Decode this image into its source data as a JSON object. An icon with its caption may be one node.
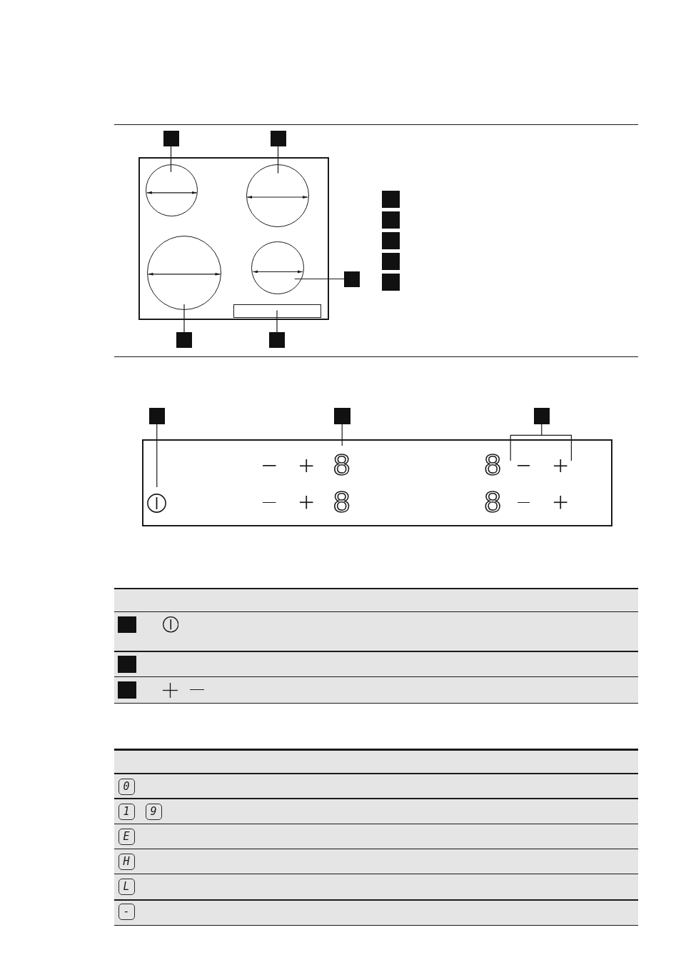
{
  "diagram": {
    "nodes": [
      {
        "text": [],
        "shape": "box"
      },
      {
        "text": [],
        "shape": "box"
      },
      {
        "text": [],
        "shape": "box"
      },
      {
        "text": [],
        "shape": "circle",
        "in": 2
      },
      {
        "text": [],
        "shape": "circle",
        "in": 2
      },
      {
        "text": [],
        "shape": "circle",
        "in": 2
      },
      {
        "text": [],
        "shape": "circle",
        "in": 2
      },
      {
        "text": [],
        "shape": "box"
      },
      {
        "text": [],
        "shape": "box",
        "in": 2
      },
      {
        "text": [],
        "shape": "box"
      },
      {
        "text": [],
        "shape": "box"
      },
      {
        "text": [],
        "shape": "box"
      },
      {
        "text": [],
        "shape": "box"
      },
      {
        "text": [],
        "shape": "box"
      },
      {
        "text": [],
        "shape": "box"
      },
      {
        "text": [
          "8"
        ],
        "in": 14
      },
      {
        "text": [
          "8"
        ],
        "in": 14
      },
      {
        "text": [],
        "shape": "circle",
        "in": 14
      },
      {
        "text": [
          "8"
        ],
        "in": 14
      },
      {
        "text": [
          "8"
        ],
        "in": 14
      }
    ],
    "edges": [
      {
        "from": 0,
        "to": 3,
        "arrow": "none"
      },
      {
        "from": 1,
        "to": 4,
        "arrow": "none"
      },
      {
        "from": 7,
        "to": 6,
        "arrow": "none"
      },
      {
        "from": 9,
        "to": 5,
        "arrow": "none"
      },
      {
        "from": 10,
        "to": 8,
        "arrow": "none"
      },
      {
        "from": 11,
        "to": 17,
        "arrow": "none"
      },
      {
        "from": 12,
        "to": 15,
        "arrow": "none"
      },
      {
        "from": 13,
        "to": 14,
        "arrow": "none"
      }
    ],
    "labels": [
      "0",
      "1",
      "9",
      "E",
      "H",
      "L",
      "-"
    ]
  }
}
